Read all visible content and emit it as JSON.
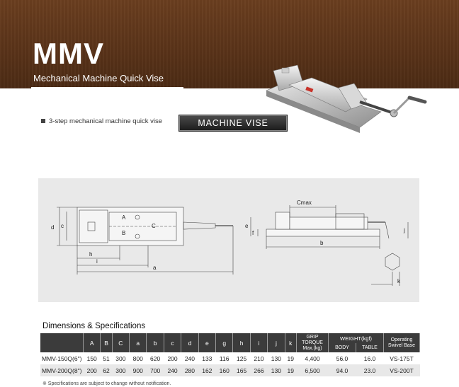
{
  "header": {
    "model": "MMV",
    "subtitle": "Mechanical Machine Quick Vise"
  },
  "feature": "3-step mechanical machine quick vise",
  "badge": "MACHINE VISE",
  "drawing": {
    "labels": [
      "d",
      "c",
      "A",
      "B",
      "C",
      "h",
      "i",
      "a",
      "Cmax",
      "e",
      "b",
      "f",
      "j",
      "k"
    ]
  },
  "specs": {
    "title": "Dimensions & Specifications",
    "headers": [
      "A",
      "B",
      "C",
      "a",
      "b",
      "c",
      "d",
      "e",
      "g",
      "h",
      "i",
      "j",
      "k"
    ],
    "grip_torque": [
      "GRIP",
      "TORQUE",
      "Max.(kg)"
    ],
    "weight": "WEIGHT(kgf)",
    "body": "BODY",
    "table": "TABLE",
    "operating": [
      "Operating",
      "Swivel Base"
    ],
    "rows": [
      {
        "model": "MMV-150Q(6\")",
        "vals": [
          "150",
          "51",
          "300",
          "800",
          "620",
          "200",
          "240",
          "133",
          "116",
          "125",
          "210",
          "130",
          "19"
        ],
        "torque": "4,400",
        "body": "56.0",
        "table": "16.0",
        "swivel": "VS-175T"
      },
      {
        "model": "MMV-200Q(8\")",
        "vals": [
          "200",
          "62",
          "300",
          "900",
          "700",
          "240",
          "280",
          "162",
          "160",
          "165",
          "266",
          "130",
          "19"
        ],
        "torque": "6,500",
        "body": "94.0",
        "table": "23.0",
        "swivel": "VS-200T"
      }
    ],
    "note": "※ Specifications are subject to change without notification."
  }
}
